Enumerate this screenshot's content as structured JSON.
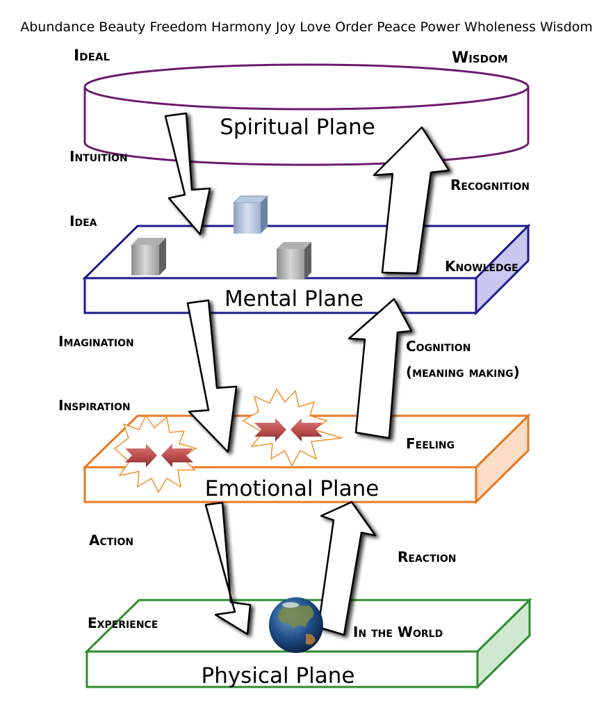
{
  "header": {
    "values_line": "Abundance Beauty Freedom Harmony Joy Love Order Peace Power Wholeness Wisdom"
  },
  "planes": {
    "spiritual": {
      "label": "Spiritual Plane",
      "color": "#6b1a6b"
    },
    "mental": {
      "label": "Mental Plane",
      "color": "#1a1a8c",
      "side_fill": "#c8c8f0"
    },
    "emotional": {
      "label": "Emotional Plane",
      "color": "#e87722",
      "side_fill": "#fbdcc4"
    },
    "physical": {
      "label": "Physical Plane",
      "color": "#2e8b2e",
      "side_fill": "#cfe8cf"
    }
  },
  "labels": {
    "ideal": "Ideal",
    "wisdom": "Wisdom",
    "intuition": "Intuition",
    "recognition": "Recognition",
    "idea": "Idea",
    "knowledge": "Knowledge",
    "imagination": "Imagination",
    "cognition": "Cognition",
    "meaning_making": "(meaning making)",
    "inspiration": "Inspiration",
    "feeling": "Feeling",
    "action": "Action",
    "reaction": "Reaction",
    "experience": "Experience",
    "in_the_world": "In the World"
  }
}
